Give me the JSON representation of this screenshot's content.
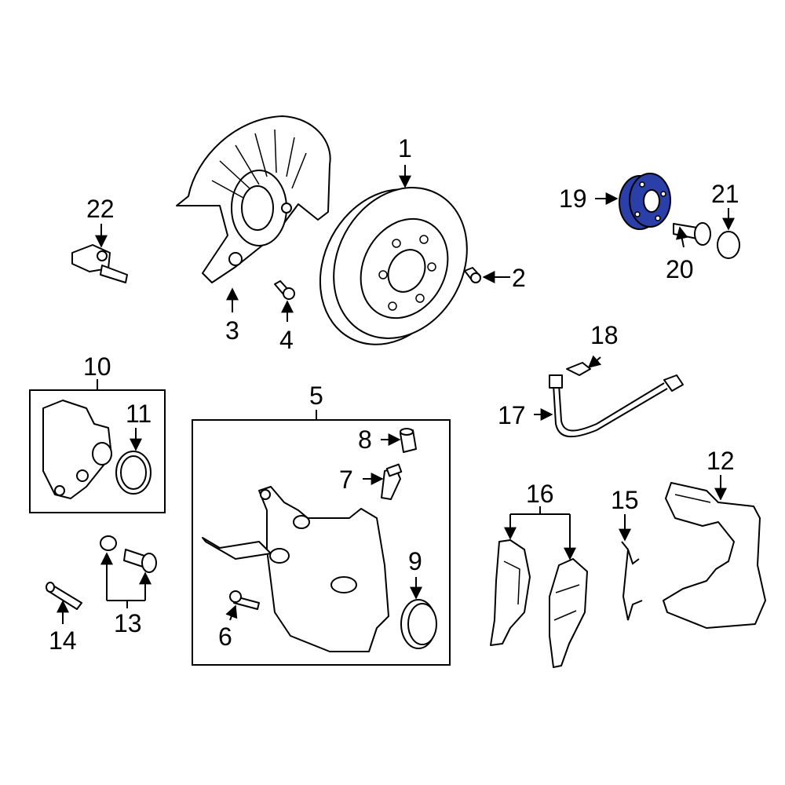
{
  "colors": {
    "highlight": "#2b3fa8",
    "line": "#000000",
    "background": "#ffffff"
  },
  "callouts": {
    "c1": "1",
    "c2": "2",
    "c3": "3",
    "c4": "4",
    "c5": "5",
    "c6": "6",
    "c7": "7",
    "c8": "8",
    "c9": "9",
    "c10": "10",
    "c11": "11",
    "c12": "12",
    "c13": "13",
    "c14": "14",
    "c15": "15",
    "c16": "16",
    "c17": "17",
    "c18": "18",
    "c19": "19",
    "c20": "20",
    "c21": "21",
    "c22": "22"
  },
  "highlighted_part": "19"
}
